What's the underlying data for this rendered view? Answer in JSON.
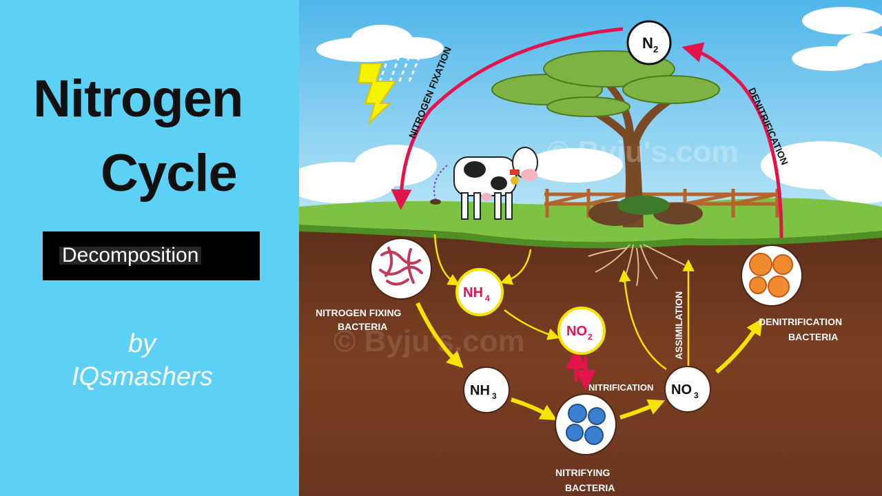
{
  "left_panel": {
    "title_line1": "Nitrogen",
    "title_line2": "Cycle",
    "highlight_label": "Decomposition",
    "byline_1": "by",
    "byline_2": "IQsmashers"
  },
  "diagram": {
    "nodes": {
      "n2": {
        "main": "N",
        "sub": "2"
      },
      "nh4": {
        "main": "NH",
        "sub": "4"
      },
      "no2": {
        "main": "NO",
        "sub": "2"
      },
      "nh3": {
        "main": "NH",
        "sub": "3"
      },
      "no3": {
        "main": "NO",
        "sub": "3"
      }
    },
    "labels": {
      "nitrogen_fixation": "NITROGEN FIXATION",
      "denitrification": "DENITRIFICATION",
      "assimilation": "ASSIMILATION",
      "nitrification": "NITRIFICATION",
      "nitrogen_fixing_bacteria_1": "NITROGEN FIXING",
      "nitrogen_fixing_bacteria_2": "BACTERIA",
      "denitrification_bacteria_1": "DENITRIFICATION",
      "denitrification_bacteria_2": "BACTERIA",
      "nitrifying_bacteria_1": "NITRIFYING",
      "nitrifying_bacteria_2": "BACTERIA"
    },
    "watermark": "© Byju's.com",
    "colors": {
      "left_bg": "#5dd0f6",
      "arrow_red": "#e3134b",
      "arrow_yellow": "#f5e300",
      "soil_top": "#6b3a22",
      "soil_bottom": "#4a2414",
      "grass": "#7dc242"
    }
  }
}
